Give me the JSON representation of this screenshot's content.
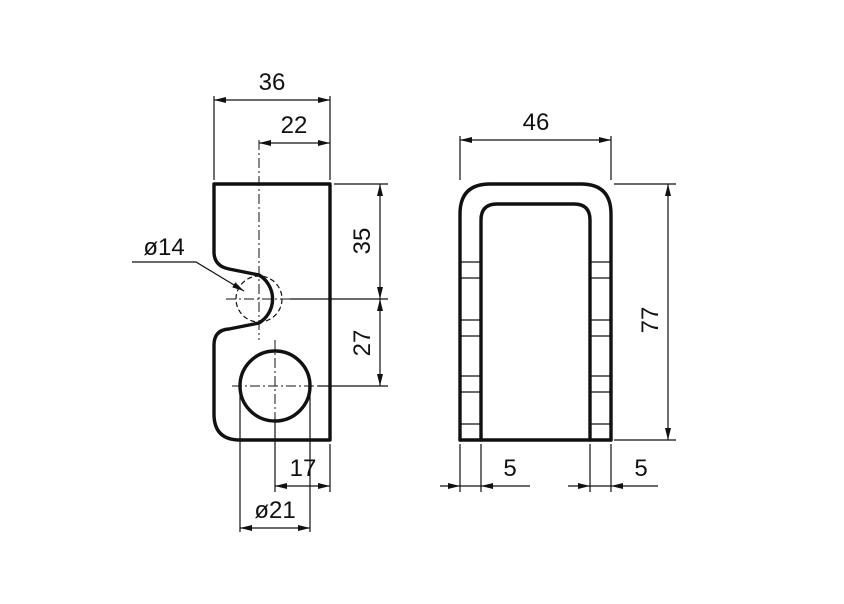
{
  "dimensions": {
    "left_width": "36",
    "slot_center": "22",
    "hole_small": "ø14",
    "top_to_slot": "35",
    "slot_to_hole": "27",
    "hole_offset": "17",
    "hole_large": "ø21",
    "right_width": "46",
    "right_height": "77",
    "wall_left": "5",
    "wall_right": "5"
  }
}
